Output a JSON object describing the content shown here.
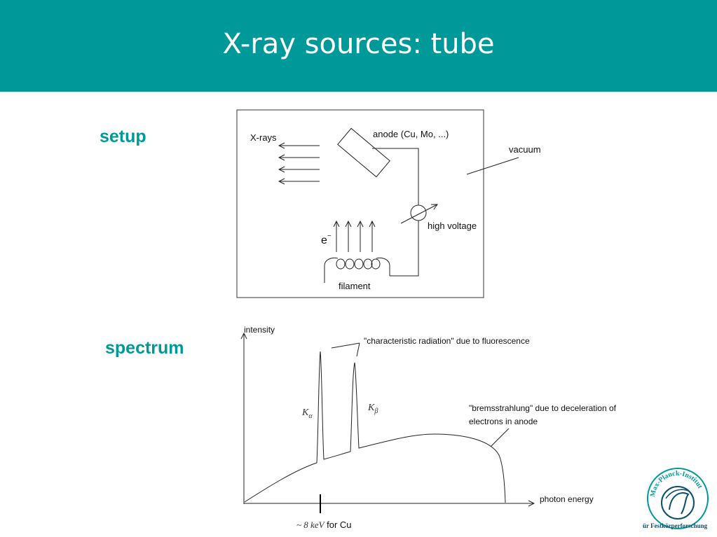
{
  "slide": {
    "title": "X-ray sources: tube",
    "labels": {
      "setup": "setup",
      "spectrum": "spectrum"
    }
  },
  "setup_diagram": {
    "xrays": "X-rays",
    "anode": "anode (Cu, Mo, ...)",
    "vacuum": "vacuum",
    "high_voltage": "high voltage",
    "electron": "e",
    "electron_superscript": "−",
    "filament": "filament"
  },
  "spectrum_diagram": {
    "y_axis": "intensity",
    "x_axis": "photon energy",
    "characteristic": "\"characteristic radiation\" due to fluorescence",
    "bremsstrahlung_line1": "\"bremsstrahlung\" due to deceleration of",
    "bremsstrahlung_line2": "electrons in anode",
    "k_alpha": "K",
    "k_alpha_sub": "α",
    "k_beta": "K",
    "k_beta_sub": "β",
    "tick_math": "~ 8 keV",
    "tick_suffix": " for Cu"
  },
  "logo": {
    "arc_text": "Max-Planck-Institut",
    "footer": "ür Festkörperforschung"
  },
  "colors": {
    "header": "#009999",
    "accent": "#009999"
  }
}
